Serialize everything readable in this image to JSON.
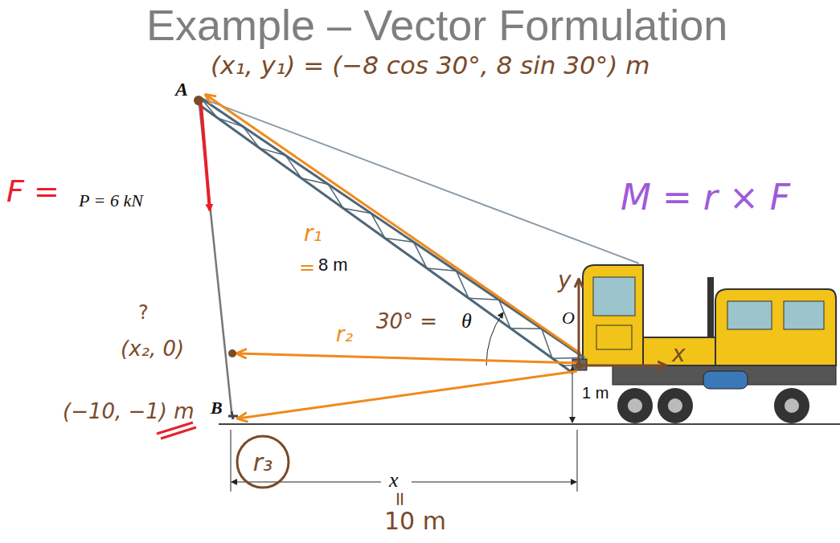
{
  "diagram": {
    "title": "Example – Vector Formulation",
    "nodes": [
      {
        "text": [
          "r₃"
        ]
      }
    ],
    "labels": [
      "A",
      "(x₁, y₁) = (−8 cos 30°, 8 sin 30°) m",
      "F =",
      "P = 6 kN",
      "M = r × F",
      "r₁",
      "=",
      "8 m",
      "30° =",
      "θ",
      "O",
      "y",
      "x",
      "r₂",
      "?",
      "(x₂, 0)",
      "B",
      "(−10, −1) m",
      "1 m",
      "x",
      "=",
      "10 m"
    ]
  }
}
